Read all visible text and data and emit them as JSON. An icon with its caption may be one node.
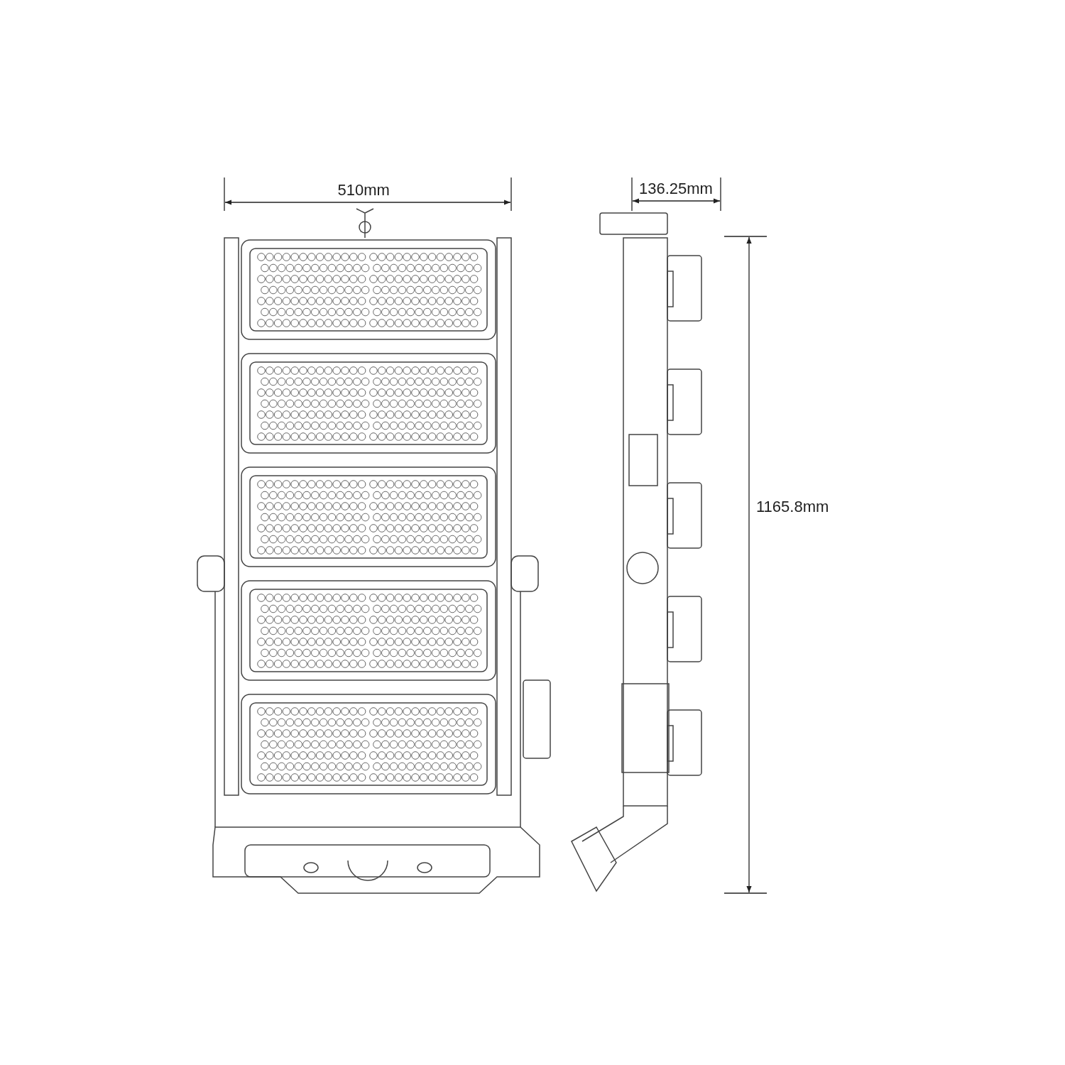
{
  "diagram": {
    "labels": [
      "510mm",
      "136.25mm",
      "1165.8mm"
    ]
  }
}
